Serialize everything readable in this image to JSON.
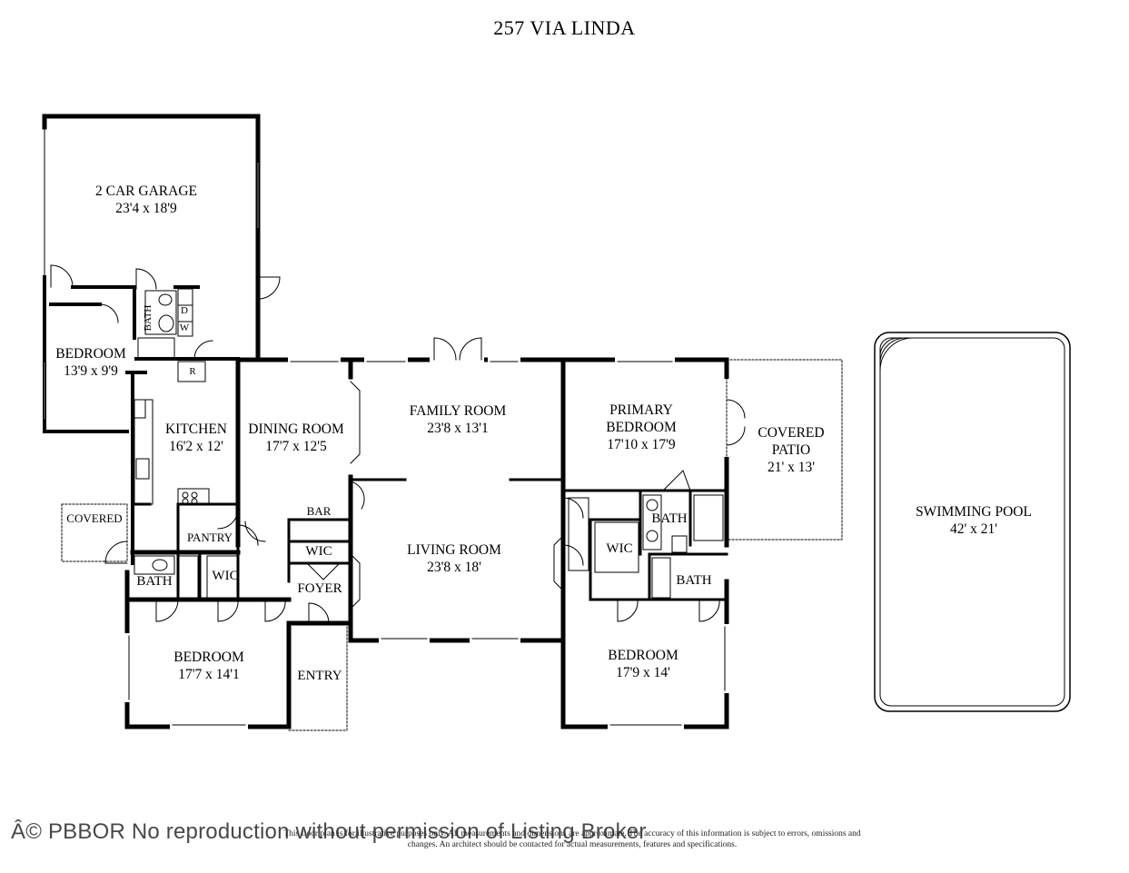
{
  "title": "257 VIA LINDA",
  "rooms": {
    "garage": {
      "name": "2 CAR GARAGE",
      "dim": "23'4 x 18'9"
    },
    "bedroom_nw": {
      "name": "BEDROOM",
      "dim": "13'9 x 9'9"
    },
    "kitchen": {
      "name": "KITCHEN",
      "dim": "16'2 x 12'"
    },
    "dining": {
      "name": "DINING ROOM",
      "dim": "17'7 x 12'5"
    },
    "family": {
      "name": "FAMILY ROOM",
      "dim": "23'8 x 13'1"
    },
    "living": {
      "name": "LIVING ROOM",
      "dim": "23'8 x 18'"
    },
    "primary": {
      "name": "PRIMARY\nBEDROOM",
      "name1": "PRIMARY",
      "name2": "BEDROOM",
      "dim": "17'10 x 17'9"
    },
    "patio": {
      "name1": "COVERED",
      "name2": "PATIO",
      "dim": "21' x 13'"
    },
    "pool": {
      "name": "SWIMMING POOL",
      "dim": "42' x 21'"
    },
    "bedroom_sw": {
      "name": "BEDROOM",
      "dim": "17'7 x 14'1"
    },
    "bedroom_se": {
      "name": "BEDROOM",
      "dim": "17'9 x 14'"
    }
  },
  "small_labels": {
    "bath_garage": "BATH",
    "d": "D",
    "w": "W",
    "r": "R",
    "pantry": "PANTRY",
    "covered": "COVERED",
    "bath_west": "BATH",
    "wic_west": "WIC",
    "bar": "BAR",
    "wic_foyer": "WIC",
    "foyer": "FOYER",
    "entry": "ENTRY",
    "bath_primary": "BATH",
    "wic_primary": "WIC",
    "bath_east": "BATH"
  },
  "watermark": "Â© PBBOR No reproduction without permission of Listing Broker",
  "disclaimer": "This floor plan is for illustrative purposes only. All measurements and dimensions are approximate. The accuracy of this information is subject to errors, omissions and changes. An architect should be contacted for actual measurements, features and specifications."
}
